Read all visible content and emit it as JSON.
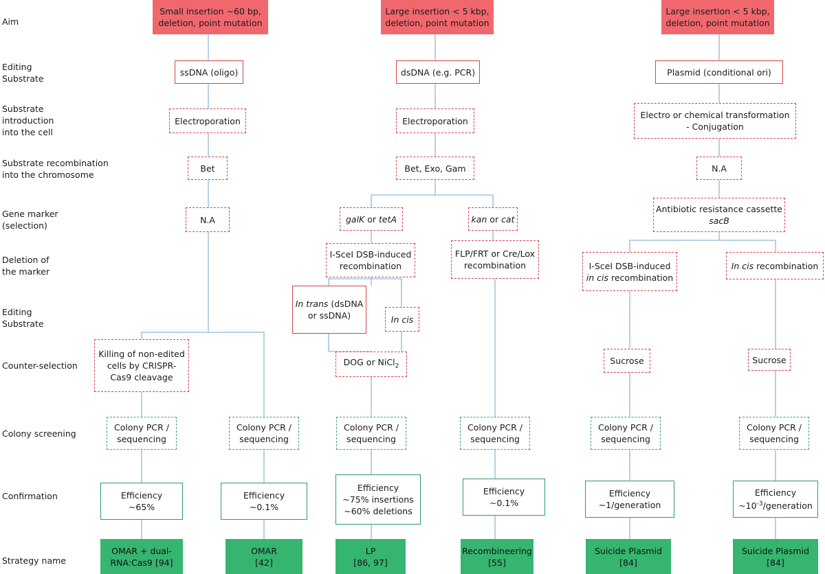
{
  "row_labels": {
    "aim": "Aim",
    "editing_substrate": [
      "Editing",
      "Substrate"
    ],
    "introduction": [
      "Substrate",
      "introduction",
      "into the cell"
    ],
    "recombination": [
      "Substrate recombination",
      "into the chromosome"
    ],
    "gene_marker": [
      "Gene marker",
      "(selection)"
    ],
    "deletion_marker": [
      "Deletion of",
      "the marker"
    ],
    "editing_substrate_2": [
      "Editing",
      "Substrate"
    ],
    "counter_selection": "Counter-selection",
    "colony_screening": "Colony screening",
    "confirmation": "Confirmation",
    "strategy_name": "Strategy name"
  },
  "aims": [
    [
      "Small insertion ~60 bp,",
      "deletion, point mutation"
    ],
    [
      "Large insertion < 5 kbp,",
      "deletion, point mutation"
    ],
    [
      "Large insertion < 5 kbp,",
      "deletion, point mutation"
    ]
  ],
  "substrates": [
    "ssDNA (oligo)",
    "dsDNA (e.g. PCR)",
    "Plasmid (conditional ori)"
  ],
  "introduction": {
    "col1": "Electroporation",
    "col2": "Electroporation",
    "col3": [
      "Electro or chemical transformation",
      "- Conjugation"
    ]
  },
  "recombination": {
    "col1": "Bet",
    "col2": "Bet, Exo, Gam",
    "col3": "N.A"
  },
  "markers": {
    "col1": "N.A",
    "galk_italic": "galK",
    "galk_or": " or ",
    "teta_italic": "tetA",
    "kan_italic": "kan",
    "kan_or": " or ",
    "cat_italic": "cat",
    "col3_line1": "Antibiotic resistance cassette",
    "col3_line2_italic": "sacB"
  },
  "deletion": {
    "iscel": [
      "I-SceI DSB-induced",
      "recombination"
    ],
    "flp": [
      "FLP/FRT or Cre/Lox",
      "recombination"
    ],
    "iscel_cis_line1": "I-SceI DSB-induced",
    "iscel_cis_italic": "in cis",
    "iscel_cis_rest": " recombination",
    "cis_italic": "In cis",
    "cis_rest": " recombination"
  },
  "editing2": {
    "trans_italic": "In trans",
    "trans_rest1": " (dsDNA",
    "trans_line2": "or ssDNA)",
    "cis_italic": "In cis"
  },
  "counter_selection": {
    "crispr": [
      "Killing of non-edited",
      "cells by CRISPR-",
      "Cas9  cleavage"
    ],
    "dog_pre": "DOG or NiCl",
    "dog_sub": "2",
    "sucrose_1": "Sucrose",
    "sucrose_2": "Sucrose"
  },
  "screening": [
    [
      "Colony PCR /",
      "sequencing"
    ],
    [
      "Colony PCR /",
      "sequencing"
    ],
    [
      "Colony PCR /",
      "sequencing"
    ],
    [
      "Colony PCR /",
      "sequencing"
    ],
    [
      "Colony PCR /",
      "sequencing"
    ],
    [
      "Colony PCR /",
      "sequencing"
    ]
  ],
  "confirmation": [
    [
      "Efficiency",
      "~65%"
    ],
    [
      "Efficiency",
      "~0.1%"
    ],
    [
      "Efficiency",
      "~75% insertions",
      "~60% deletions"
    ],
    [
      "Efficiency",
      "~0.1%"
    ],
    [
      "Efficiency",
      "~1/generation"
    ]
  ],
  "confirmation_last": {
    "pre": "Efficiency",
    "line2_pre": "~10",
    "sup": "-3",
    "line2_post": "/generation"
  },
  "strategy_names": [
    [
      "OMAR + dual-",
      "RNA:Cas9 [94]"
    ],
    [
      "OMAR",
      "[42]"
    ],
    [
      "LP",
      "[86, 97]"
    ],
    [
      "Recombineering",
      "[55]"
    ],
    [
      "Suicide Plasmid",
      "[84]"
    ],
    [
      "Suicide Plasmid",
      "[84]"
    ]
  ],
  "colors": {
    "aim_fill": "#f0686e",
    "red_border": "#d9404a",
    "green_dash": "#3aa679",
    "green_border": "#2a9c6a",
    "name_fill": "#36b570",
    "connector": "#8fb8d8"
  }
}
